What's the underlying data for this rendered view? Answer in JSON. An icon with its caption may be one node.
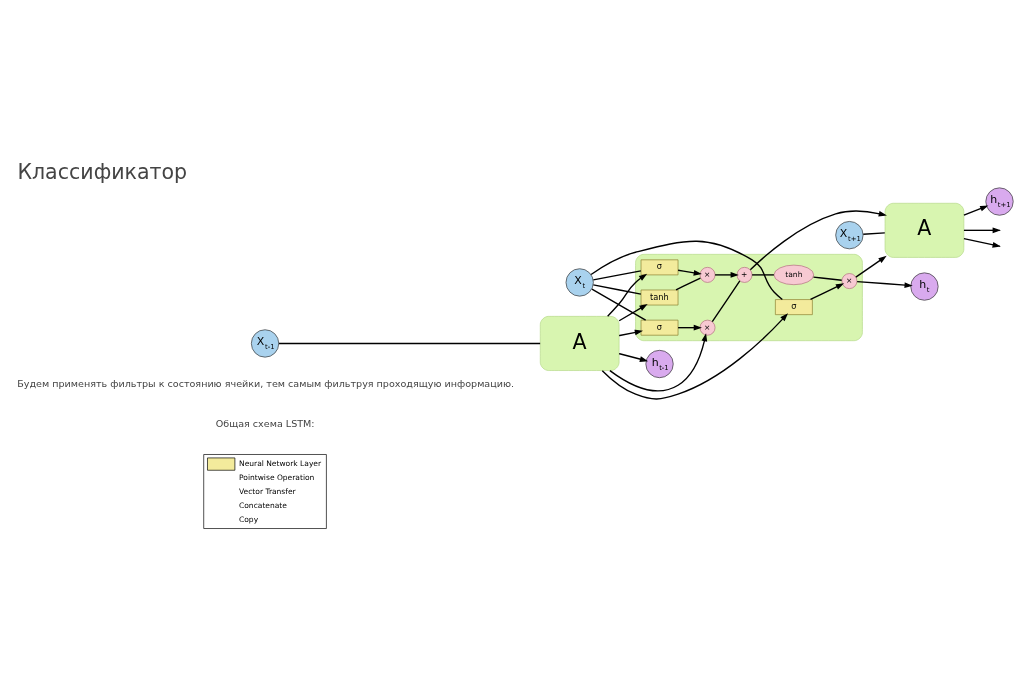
{
  "diagram": {
    "title": "Классификатор",
    "nodes": [
      {
        "text": [
          "A"
        ]
      },
      {
        "text": [],
        "shape": "box"
      },
      {
        "text": [
          "σ"
        ],
        "in": 1
      },
      {
        "text": [
          "σ"
        ],
        "in": 1
      },
      {
        "text": [
          "tanh"
        ],
        "in": 1
      },
      {
        "text": [
          "σ"
        ],
        "in": 1
      },
      {
        "text": [
          "×"
        ],
        "in": 1
      },
      {
        "text": [
          "+"
        ],
        "in": 1
      },
      {
        "text": [
          "×"
        ],
        "in": 1
      },
      {
        "text": [
          "tanh"
        ],
        "in": 1
      },
      {
        "text": [
          "×"
        ],
        "in": 1
      },
      {
        "text": [
          "A"
        ]
      },
      {
        "text": [
          "h$_{t-1}$"
        ]
      },
      {
        "text": [
          "h$_{t}$"
        ]
      },
      {
        "text": [
          "h$_{t+1}$"
        ]
      },
      {
        "text": [
          "X$_{t-1}$"
        ]
      },
      {
        "text": [
          "X$_{t}$"
        ]
      },
      {
        "text": [
          "X$_{t+1}$"
        ]
      }
    ],
    "edges": [
      {
        "from": 15,
        "to": 0,
        "arrow": "none"
      },
      {
        "from": 0,
        "to": 12,
        "arrow": "to"
      },
      {
        "from": 0,
        "to": 6,
        "arrow": "to"
      },
      {
        "from": 0,
        "to": 2,
        "arrow": "to"
      },
      {
        "from": 0,
        "to": 3,
        "arrow": "to"
      },
      {
        "from": 0,
        "to": 4,
        "arrow": "to"
      },
      {
        "from": 0,
        "to": 5,
        "arrow": "to"
      },
      {
        "from": 16,
        "to": 2,
        "arrow": "none"
      },
      {
        "from": 16,
        "to": 3,
        "arrow": "none"
      },
      {
        "from": 16,
        "to": 4,
        "arrow": "none"
      },
      {
        "from": 16,
        "to": 5,
        "arrow": "none"
      },
      {
        "from": 2,
        "to": 6,
        "arrow": "to"
      },
      {
        "from": 6,
        "to": 7,
        "arrow": "none"
      },
      {
        "from": 3,
        "to": 8,
        "arrow": "to"
      },
      {
        "from": 4,
        "to": 8,
        "arrow": "none"
      },
      {
        "from": 8,
        "to": 7,
        "arrow": "to"
      },
      {
        "from": 5,
        "to": 10,
        "arrow": "to"
      },
      {
        "from": 7,
        "to": 9,
        "arrow": "none"
      },
      {
        "from": 9,
        "to": 10,
        "arrow": "none"
      },
      {
        "from": 7,
        "to": 11,
        "arrow": "to"
      },
      {
        "from": 10,
        "to": 11,
        "arrow": "to"
      },
      {
        "from": 10,
        "to": 13,
        "arrow": "to"
      },
      {
        "from": 17,
        "to": 11,
        "arrow": "none"
      },
      {
        "from": 11,
        "to": 14,
        "arrow": "to"
      },
      {
        "from": 11,
        "to": null,
        "arrow": "to"
      },
      {
        "from": 11,
        "to": null,
        "arrow": "to"
      }
    ],
    "labels": [
      "Будем применять фильтры к состоянию ячейки, тем самым фильтруя проходящую информацию.",
      "Общая схема LSTM:"
    ],
    "legend": [
      {
        "text": "Neural Network Layer",
        "color": "#f3eb9c"
      },
      {
        "text": "Pointwise Operation"
      },
      {
        "text": "Vector Transfer"
      },
      {
        "text": "Concatenate"
      },
      {
        "text": "Copy"
      }
    ]
  }
}
